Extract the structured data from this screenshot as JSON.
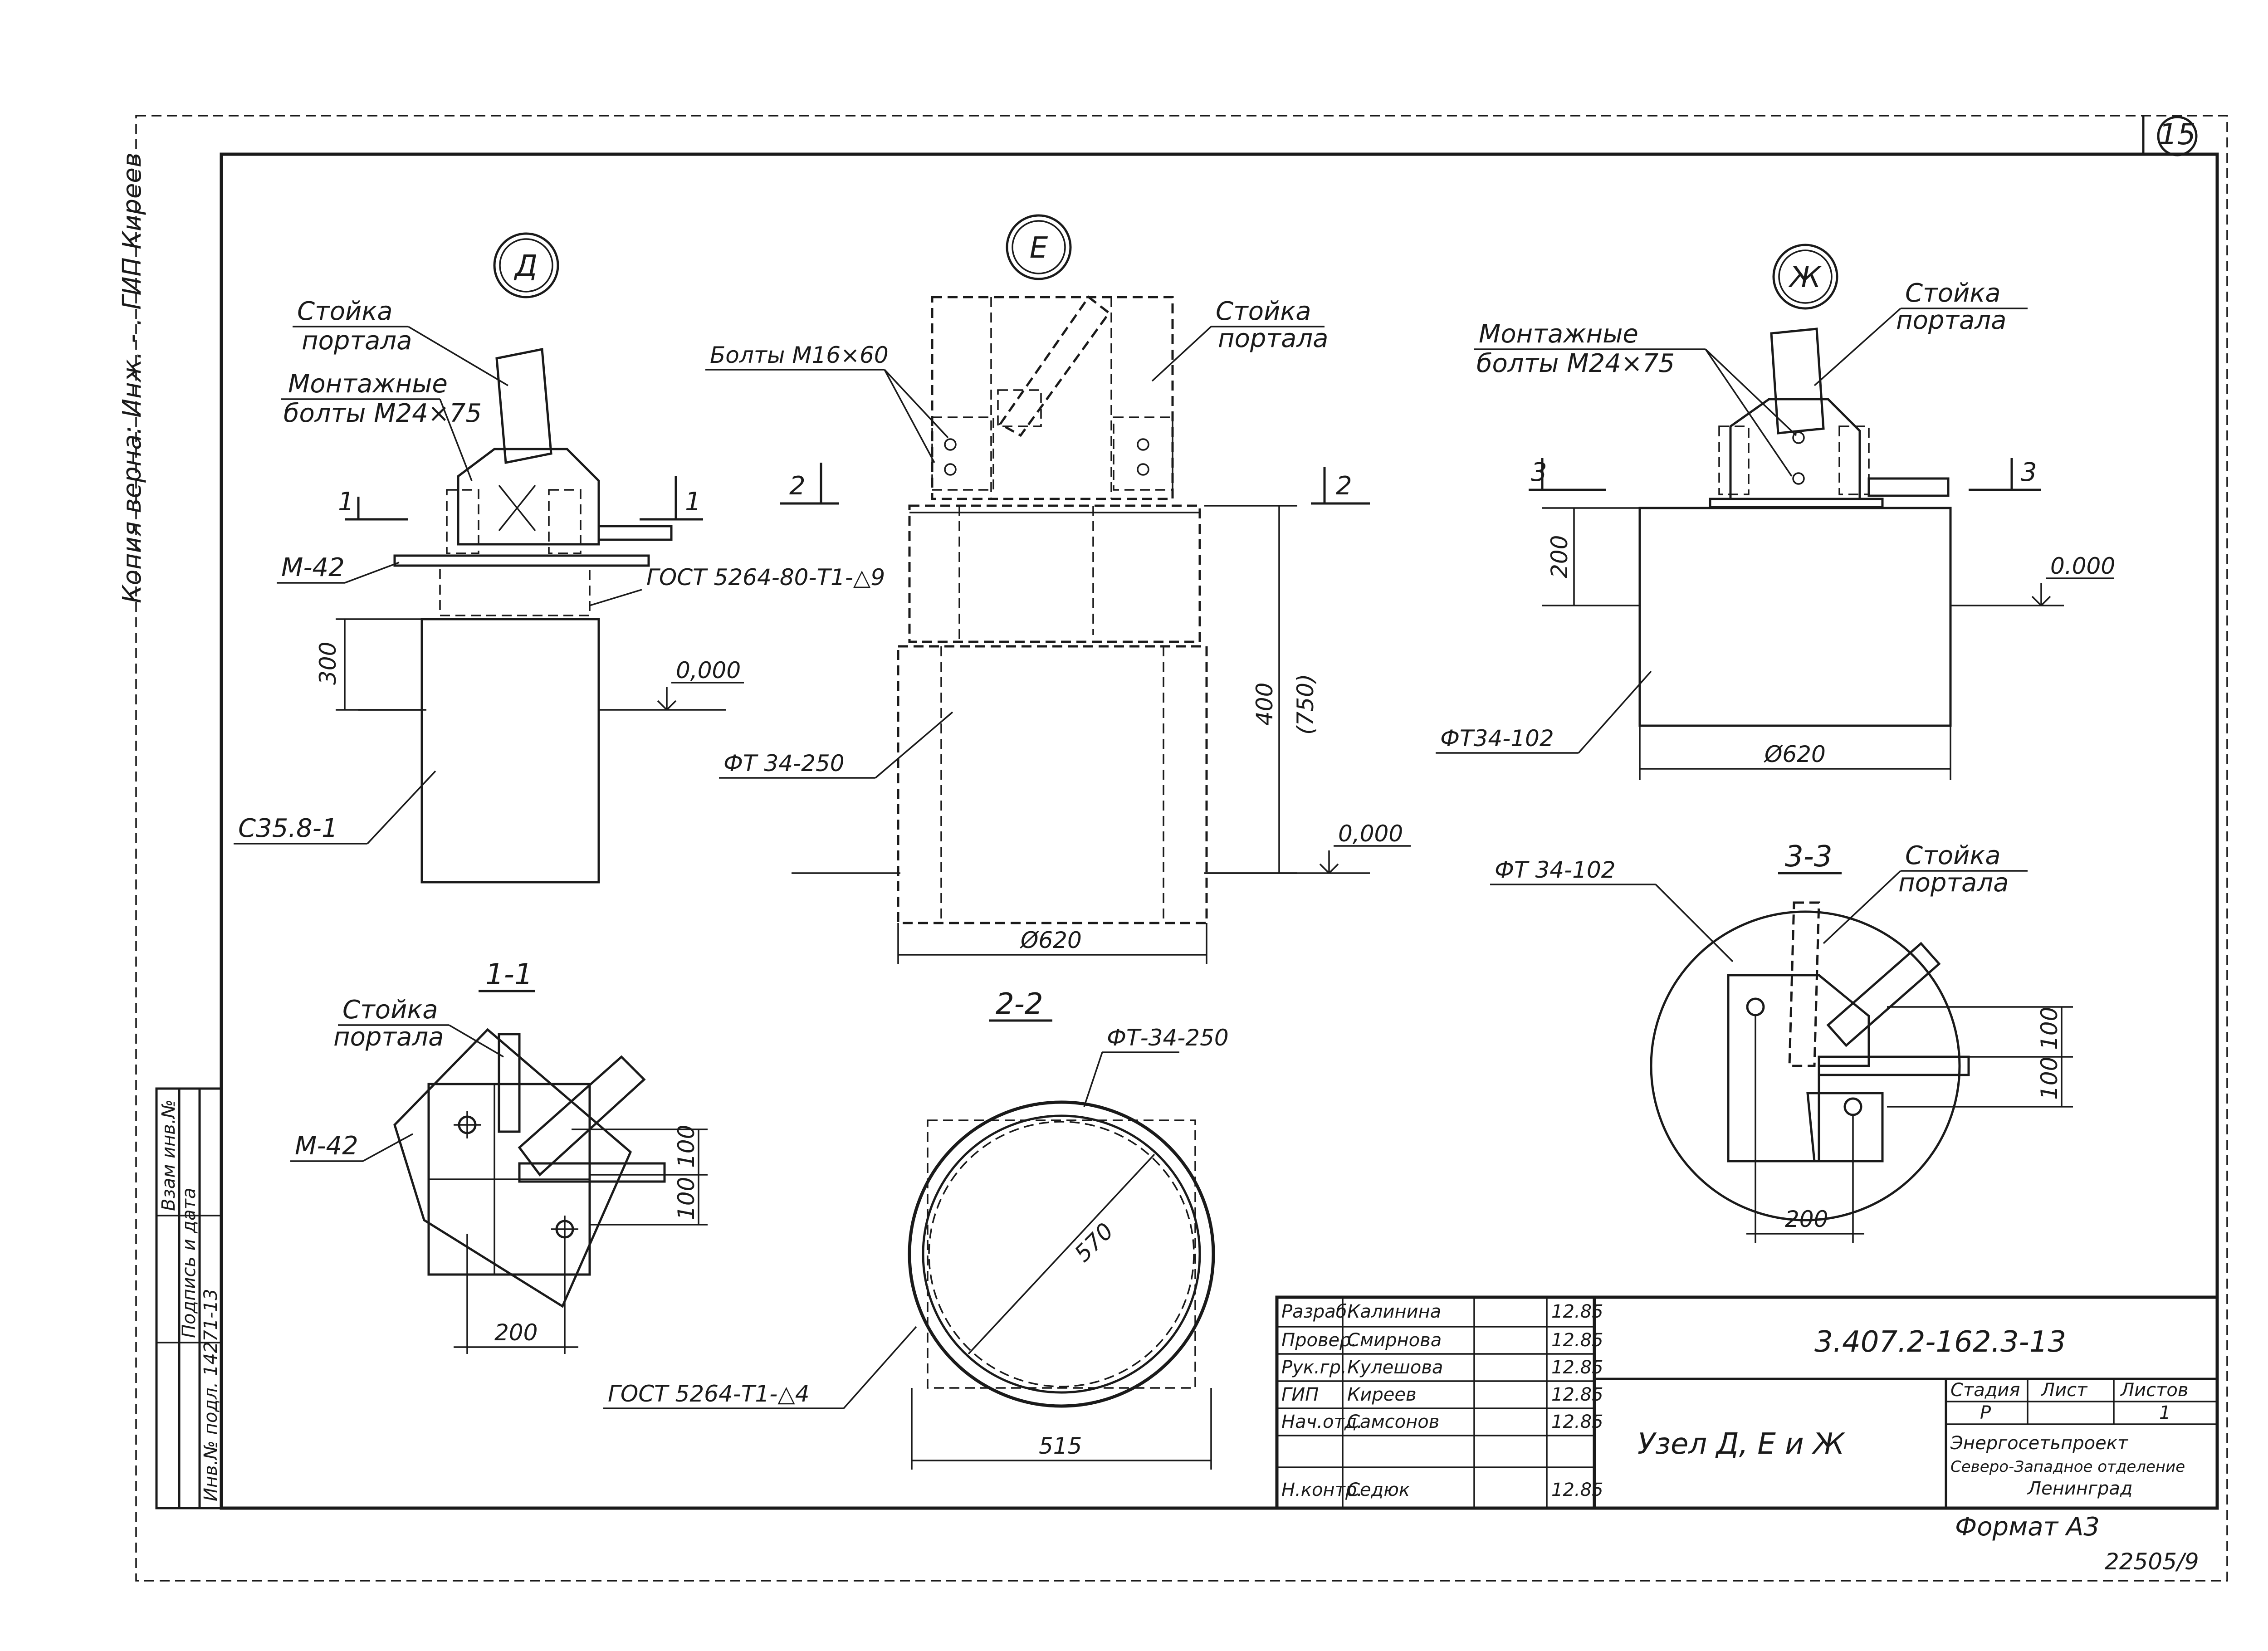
{
  "sheet": {
    "number": "15",
    "side_margin_note": "Копия верна: Инж. - . ГИП Киреев",
    "format": "Формат А3",
    "inventory": "22505/9"
  },
  "left_stamp": {
    "col1": "Взам инв.№",
    "col2": "Подпись и дата",
    "col3": "Инв.№ подл. 14271-13"
  },
  "node_d": {
    "marker": "Д",
    "post_label": [
      "Стойка",
      "портала"
    ],
    "bolts_label": [
      "Монтажные",
      "болты М24×75"
    ],
    "cut_mark": "1",
    "plate_label": "М-42",
    "gost_label": "ГОСТ 5264-80-Т1-△9",
    "dim_height": "300",
    "level": "0,000",
    "pile_label": "С35.8-1"
  },
  "section_1_1": {
    "title": "1-1",
    "post_label": [
      "Стойка",
      "портала"
    ],
    "plate_label": "М-42",
    "dim_a": "100",
    "dim_b": "100",
    "dim_c": "200"
  },
  "node_e": {
    "marker": "Е",
    "bolts_label": "Болты М16×60",
    "post_label": [
      "Стойка",
      "портала"
    ],
    "cut_mark": "2",
    "dim_height": "400",
    "dim_height_alt": "(750)",
    "level": "0,000",
    "pipe_label": "ФТ 34-250",
    "dim_diam": "Ø620"
  },
  "section_2_2": {
    "title": "2-2",
    "pipe_label": "ФТ-34-250",
    "dim_inner": "570",
    "dim_outer": "515",
    "gost_label": "ГОСТ 5264-Т1-△4"
  },
  "node_zh": {
    "marker": "Ж",
    "post_label": [
      "Стойка",
      "портала"
    ],
    "bolts_label": [
      "Монтажные",
      "болты М24×75"
    ],
    "cut_mark": "3",
    "dim_height": "200",
    "level": "0.000",
    "pipe_label": "ФТ34-102",
    "dim_diam": "Ø620"
  },
  "section_3_3": {
    "title": "3-3",
    "pipe_label": "ФТ 34-102",
    "post_label": [
      "Стойка",
      "портала"
    ],
    "dim_a": "100",
    "dim_b": "100",
    "dim_c": "200"
  },
  "title_block": {
    "rows": [
      {
        "role": "Разраб.",
        "name": "Калинина",
        "date": "12.85"
      },
      {
        "role": "Провер.",
        "name": "Смирнова",
        "date": "12.85"
      },
      {
        "role": "Рук.гр.",
        "name": "Кулешова",
        "date": "12.85"
      },
      {
        "role": "ГИП",
        "name": "Киреев",
        "date": "12.85"
      },
      {
        "role": "Нач.отд.",
        "name": "Самсонов",
        "date": "12.85"
      },
      {
        "role": "",
        "name": "",
        "date": ""
      },
      {
        "role": "Н.контр.",
        "name": "Седюк",
        "date": "12.85"
      }
    ],
    "code": "3.407.2-162.3-13",
    "title": "Узел Д, Е и Ж",
    "stage_header": "Стадия",
    "sheet_header": "Лист",
    "sheets_header": "Листов",
    "stage": "Р",
    "sheet": "",
    "sheets": "1",
    "org_line1": "Энергосетьпроект",
    "org_line2": "Северо-Западное отделение",
    "org_line3": "Ленинград"
  }
}
